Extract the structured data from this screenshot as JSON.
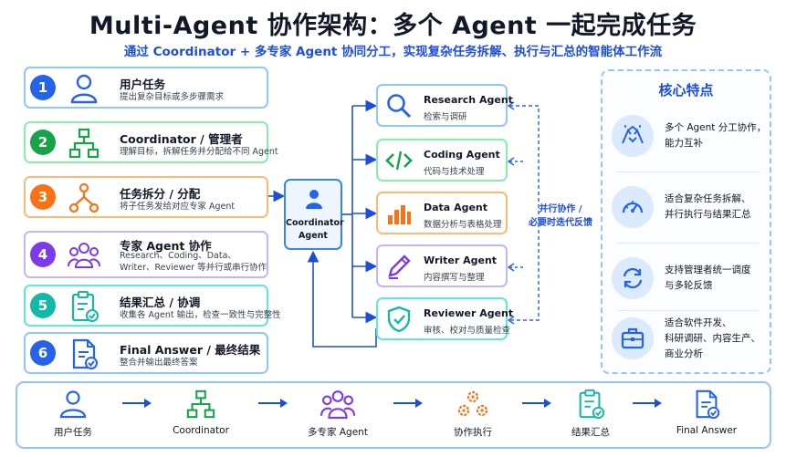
{
  "title": "Multi-Agent 协作架构：多个 Agent 一起完成任务",
  "subtitle": "通过 Coordinator + 多专家 Agent 协同分工，实现复杂任务拆解、执行与汇总的智能体工作流",
  "steps": [
    {
      "num": "1",
      "title": "用户任务",
      "desc": "提出复杂目标或多步骤需求",
      "color": "#2563eb",
      "icon": "user-icon"
    },
    {
      "num": "2",
      "title": "Coordinator / 管理者",
      "desc": "理解目标，拆解任务并分配给不同 Agent",
      "color": "#16a34a",
      "icon": "hierarchy-icon"
    },
    {
      "num": "3",
      "title": "任务拆分 / 分配",
      "desc": "将子任务发给对应专家 Agent",
      "color": "#f97316",
      "icon": "split-icon"
    },
    {
      "num": "4",
      "title": "专家 Agent 协作",
      "desc": "Research、Coding、Data、",
      "desc2": "Writer、Reviewer 等并行或串行协作",
      "color": "#7c3aed",
      "icon": "team-icon"
    },
    {
      "num": "5",
      "title": "结果汇总 / 协调",
      "desc": "收集各 Agent 输出，检查一致性与完整性",
      "color": "#14b8a6",
      "icon": "clipboard-check-icon"
    },
    {
      "num": "6",
      "title": "Final Answer / 最终结果",
      "desc": "整合并输出最终答案",
      "color": "#2563eb",
      "icon": "document-check-icon"
    }
  ],
  "coordinator": {
    "line1": "Coordinator",
    "line2": "Agent"
  },
  "agents": [
    {
      "title": "Research Agent",
      "desc": "检索与调研",
      "color": "#3b82f6",
      "icon": "search-icon"
    },
    {
      "title": "Coding Agent",
      "desc": "代码与技术处理",
      "color": "#16a34a",
      "icon": "code-icon"
    },
    {
      "title": "Data Agent",
      "desc": "数据分析与表格处理",
      "color": "#f97316",
      "icon": "bar-chart-icon"
    },
    {
      "title": "Writer Agent",
      "desc": "内容撰写与整理",
      "color": "#7c3aed",
      "icon": "pencil-icon"
    },
    {
      "title": "Reviewer Agent",
      "desc": "审核、校对与质量检查",
      "color": "#14b8a6",
      "icon": "shield-check-icon"
    }
  ],
  "parallel_label": {
    "line1": "并行协作 /",
    "line2": "必要时迭代反馈"
  },
  "features": {
    "title": "核心特点",
    "items": [
      {
        "line1": "多个 Agent 分工协作，",
        "line2": "能力互补",
        "icon": "handshake-icon"
      },
      {
        "line1": "适合复杂任务拆解、",
        "line2": "并行执行与结果汇总",
        "icon": "speedometer-icon"
      },
      {
        "line1": "支持管理者统一调度",
        "line2": "与多轮反馈",
        "icon": "cycle-icon"
      },
      {
        "line1": "适合软件开发、",
        "line2": "科研调研、内容生产、",
        "line3": "商业分析",
        "icon": "briefcase-icon"
      }
    ]
  },
  "flow": [
    {
      "label": "用户任务",
      "icon": "user-icon"
    },
    {
      "label": "Coordinator",
      "icon": "hierarchy-icon"
    },
    {
      "label": "多专家 Agent",
      "icon": "team-icon"
    },
    {
      "label": "协作执行",
      "icon": "gears-icon"
    },
    {
      "label": "结果汇总",
      "icon": "clipboard-check-icon"
    },
    {
      "label": "Final Answer",
      "icon": "document-check-icon"
    }
  ]
}
